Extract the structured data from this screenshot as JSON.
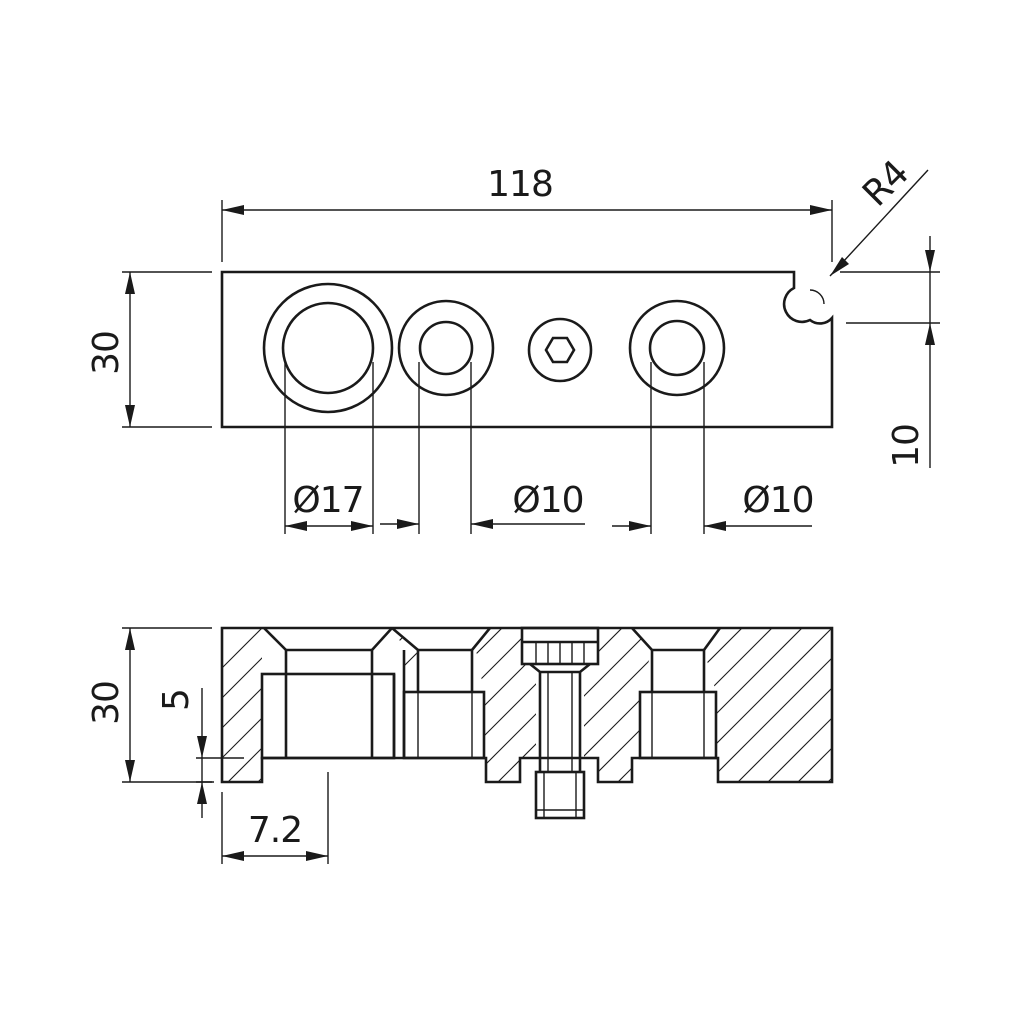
{
  "drawing": {
    "colors": {
      "line": "#1a1a1a",
      "background": "#ffffff"
    },
    "top_view": {
      "dimensions": {
        "overall_length": "118",
        "height": "30",
        "notch_radius": "R4",
        "notch_offset": "10",
        "hole_large": "Ø17",
        "hole_middle": "Ø10",
        "hole_right": "Ø10"
      }
    },
    "section_view": {
      "dimensions": {
        "height": "30",
        "step": "5",
        "edge_offset": "7.2"
      }
    }
  }
}
